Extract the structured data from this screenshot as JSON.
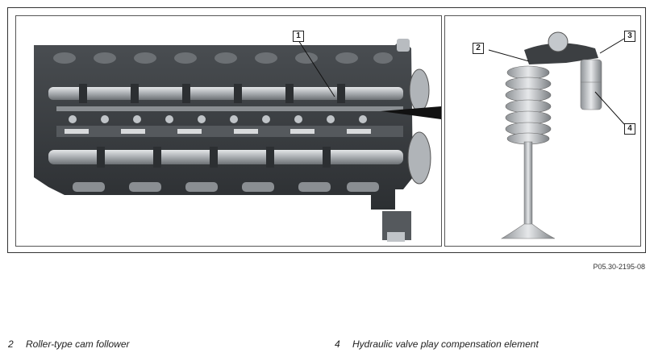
{
  "figure": {
    "reference_code": "P05.30-2195-08",
    "callouts": {
      "c1": "1",
      "c2": "2",
      "c3": "3",
      "c4": "4"
    }
  },
  "legend": [
    {
      "number": "2",
      "text": "Roller-type cam follower"
    },
    {
      "number": "4",
      "text": "Hydraulic valve play compensation element"
    }
  ],
  "colors": {
    "frame_border": "#333333",
    "head_dark": "#3a3d40",
    "metal_light": "#c9ccce",
    "metal_mid": "#9a9ea2"
  }
}
